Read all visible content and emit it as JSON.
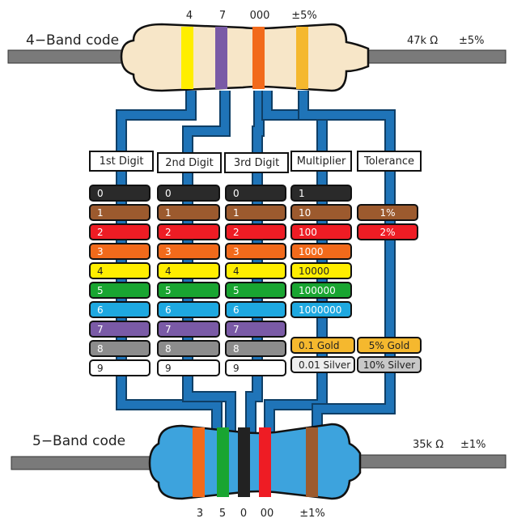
{
  "four_band": {
    "title": "4−Band code",
    "value": "47k Ω",
    "tolerance": "±5%",
    "band_labels": [
      "4",
      "7",
      "000",
      "±5%"
    ],
    "band_colors": [
      "#ffee00",
      "#7a5aa6",
      "#f26a1b",
      "#f5b82e"
    ]
  },
  "five_band": {
    "title": "5−Band code",
    "value": "35k Ω",
    "tolerance": "±1%",
    "band_labels": [
      "3",
      "5",
      "0",
      "00",
      "±1%"
    ],
    "band_colors": [
      "#f26a1b",
      "#19a531",
      "#222222",
      "#ee1c24",
      "#9c5a2e"
    ]
  },
  "headers": [
    "1st Digit",
    "2nd Digit",
    "3rd Digit",
    "Multiplier",
    "Tolerance"
  ],
  "digit_bands": [
    {
      "label": "0",
      "color": "#2a2a2a",
      "text": "#ffffff"
    },
    {
      "label": "1",
      "color": "#9c5a2e",
      "text": "#ffffff"
    },
    {
      "label": "2",
      "color": "#ee1c24",
      "text": "#ffffff"
    },
    {
      "label": "3",
      "color": "#f26a1b",
      "text": "#ffffff"
    },
    {
      "label": "4",
      "color": "#ffee00",
      "text": "#222222"
    },
    {
      "label": "5",
      "color": "#19a531",
      "text": "#ffffff"
    },
    {
      "label": "6",
      "color": "#1ea8e0",
      "text": "#ffffff"
    },
    {
      "label": "7",
      "color": "#7a5aa6",
      "text": "#ffffff"
    },
    {
      "label": "8",
      "color": "#8c8c8c",
      "text": "#ffffff"
    },
    {
      "label": "9",
      "color": "#ffffff",
      "text": "#222222"
    }
  ],
  "multiplier_bands": [
    {
      "label": "1",
      "color": "#2a2a2a",
      "text": "#ffffff"
    },
    {
      "label": "10",
      "color": "#9c5a2e",
      "text": "#ffffff"
    },
    {
      "label": "100",
      "color": "#ee1c24",
      "text": "#ffffff"
    },
    {
      "label": "1000",
      "color": "#f26a1b",
      "text": "#ffffff"
    },
    {
      "label": "10000",
      "color": "#ffee00",
      "text": "#222222"
    },
    {
      "label": "100000",
      "color": "#19a531",
      "text": "#ffffff"
    },
    {
      "label": "1000000",
      "color": "#1ea8e0",
      "text": "#ffffff"
    }
  ],
  "multiplier_extra": [
    {
      "label": "0.1 Gold",
      "color": "#f5b82e",
      "text": "#222222"
    },
    {
      "label": "0.01 Silver",
      "color": "#eeeeee",
      "text": "#222222"
    }
  ],
  "tolerance_bands": [
    {
      "label": "1%",
      "color": "#9c5a2e",
      "text": "#ffffff"
    },
    {
      "label": "2%",
      "color": "#ee1c24",
      "text": "#ffffff"
    }
  ],
  "tolerance_extra": [
    {
      "label": "5% Gold",
      "color": "#f5b82e",
      "text": "#222222"
    },
    {
      "label": "10% Silver",
      "color": "#c8c8c8",
      "text": "#222222"
    }
  ],
  "colors": {
    "wire": "#1f74b8",
    "lead": "#7a7a7a",
    "resistor_4": "#f7e6c8",
    "resistor_5": "#3da3dd"
  }
}
